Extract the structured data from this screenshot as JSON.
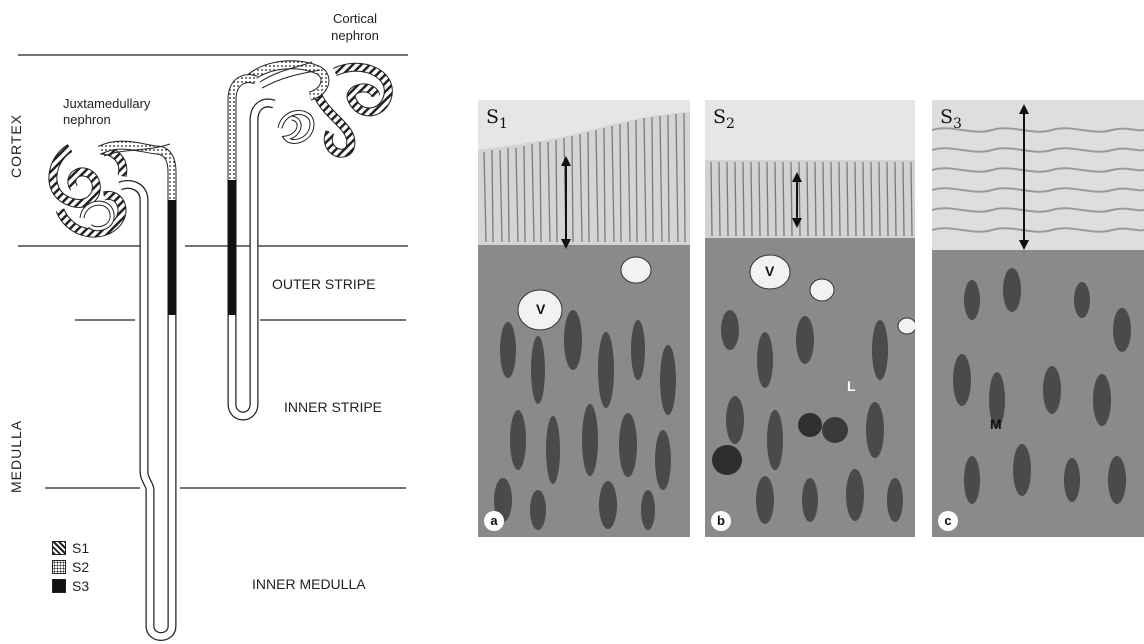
{
  "diagram": {
    "zone_labels": {
      "cortex": "CORTEX",
      "medulla": "MEDULLA",
      "outer_stripe": "OUTER STRIPE",
      "inner_stripe": "INNER STRIPE",
      "inner_medulla": "INNER MEDULLA"
    },
    "nephrons": {
      "cortical_line1": "Cortical",
      "cortical_line2": "nephron",
      "juxta_line1": "Juxtamedullary",
      "juxta_line2": "nephron"
    },
    "legend": [
      {
        "label": "S1",
        "pattern": "hatched"
      },
      {
        "label": "S2",
        "pattern": "dotted"
      },
      {
        "label": "S3",
        "pattern": "solid"
      }
    ]
  },
  "micrographs": [
    {
      "segment": "S",
      "sub": "1",
      "panel": "a",
      "markers": [
        "V"
      ]
    },
    {
      "segment": "S",
      "sub": "2",
      "panel": "b",
      "markers": [
        "V",
        "L"
      ]
    },
    {
      "segment": "S",
      "sub": "3",
      "panel": "c",
      "markers": [
        "M"
      ]
    }
  ],
  "colors": {
    "ink": "#222222",
    "brush_border": "#dcdcdc",
    "cytoplasm": "#8a8a8a",
    "mitochondria": "#4a4a4a"
  }
}
